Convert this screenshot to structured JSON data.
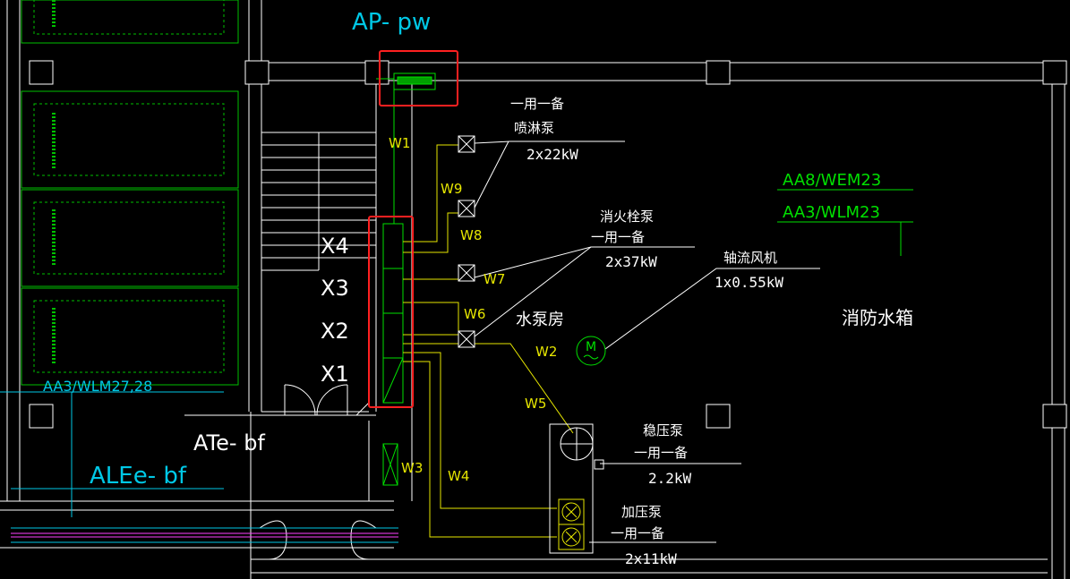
{
  "colors": {
    "background": "#000000",
    "wall": "#ffffff",
    "cyan": "#00c8e6",
    "green": "#00e000",
    "yellow": "#e6e600",
    "magenta": "#ff40ff",
    "highlight_box": "#ff2020"
  },
  "icons": {
    "motor": "circle-with-M",
    "pump": "square-with-x",
    "cabinet": "rectangle-with-diagonal"
  },
  "labels": {
    "ap_pw": "AP- pw",
    "ate_bf": "ATe- bf",
    "alee_bf": "ALEe- bf",
    "aa3_wlm27": "AA3/WLM27,28",
    "aa8_wem23": "AA8/WEM23",
    "aa3_wlm23": "AA3/WLM23",
    "fire_tank": "消防水箱",
    "pump_room": "水泵房",
    "x4": "X4",
    "x3": "X3",
    "x2": "X2",
    "x1": "X1",
    "motor_letter": "M"
  },
  "circuits": {
    "w1": "W1",
    "w2": "W2",
    "w3": "W3",
    "w4": "W4",
    "w5": "W5",
    "w6": "W6",
    "w7": "W7",
    "w8": "W8",
    "w9": "W9"
  },
  "equipment": {
    "sprinkler": {
      "mode": "一用一备",
      "name": "喷淋泵",
      "power": "2x22kW"
    },
    "hydrant": {
      "name": "消火栓泵",
      "mode": "一用一备",
      "power": "2x37kW"
    },
    "fan": {
      "name": "轴流风机",
      "power": "1x0.55kW"
    },
    "stabilizer": {
      "name": "稳压泵",
      "mode": "一用一备",
      "power": "2.2kW"
    },
    "booster": {
      "name": "加压泵",
      "mode": "一用一备",
      "power": "2x11kW"
    }
  }
}
